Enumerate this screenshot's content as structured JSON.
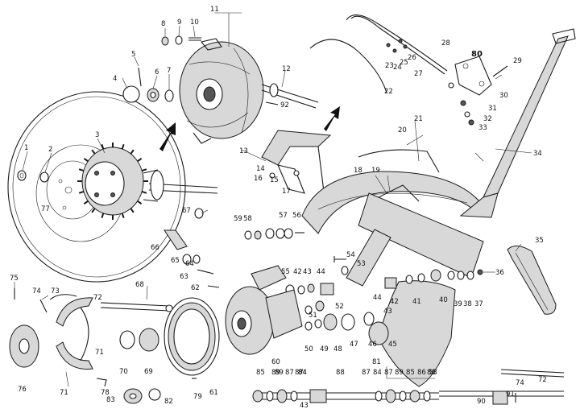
{
  "parts": [
    {
      "id": "1",
      "label": "1"
    },
    {
      "id": "2",
      "label": "2"
    },
    {
      "id": "3",
      "label": "3"
    },
    {
      "id": "4",
      "label": "4"
    },
    {
      "id": "5",
      "label": "5"
    },
    {
      "id": "6",
      "label": "6"
    },
    {
      "id": "7",
      "label": "7"
    },
    {
      "id": "8",
      "label": "8"
    },
    {
      "id": "9",
      "label": "9"
    },
    {
      "id": "10",
      "label": "10"
    },
    {
      "id": "11",
      "label": "11"
    },
    {
      "id": "12",
      "label": "12"
    },
    {
      "id": "13",
      "label": "13"
    },
    {
      "id": "14",
      "label": "14"
    },
    {
      "id": "15",
      "label": "15"
    },
    {
      "id": "16",
      "label": "16"
    },
    {
      "id": "17",
      "label": "17"
    },
    {
      "id": "18",
      "label": "18"
    },
    {
      "id": "19",
      "label": "19"
    },
    {
      "id": "20",
      "label": "20"
    },
    {
      "id": "21",
      "label": "21"
    },
    {
      "id": "22",
      "label": "22"
    },
    {
      "id": "23",
      "label": "23"
    },
    {
      "id": "24",
      "label": "24"
    },
    {
      "id": "25",
      "label": "25"
    },
    {
      "id": "26",
      "label": "26"
    },
    {
      "id": "27",
      "label": "27"
    },
    {
      "id": "28",
      "label": "28"
    },
    {
      "id": "29",
      "label": "29"
    },
    {
      "id": "30",
      "label": "30"
    },
    {
      "id": "31",
      "label": "31"
    },
    {
      "id": "32",
      "label": "32"
    },
    {
      "id": "33",
      "label": "33"
    },
    {
      "id": "34",
      "label": "34"
    },
    {
      "id": "35",
      "label": "35"
    },
    {
      "id": "36",
      "label": "36"
    },
    {
      "id": "37",
      "label": "37"
    },
    {
      "id": "38",
      "label": "38"
    },
    {
      "id": "39",
      "label": "39"
    },
    {
      "id": "40",
      "label": "40"
    },
    {
      "id": "41",
      "label": "41"
    },
    {
      "id": "42",
      "label": "42"
    },
    {
      "id": "43",
      "label": "43"
    },
    {
      "id": "44",
      "label": "44"
    },
    {
      "id": "45",
      "label": "45"
    },
    {
      "id": "46",
      "label": "46"
    },
    {
      "id": "47",
      "label": "47"
    },
    {
      "id": "48",
      "label": "48"
    },
    {
      "id": "49",
      "label": "49"
    },
    {
      "id": "50",
      "label": "50"
    },
    {
      "id": "51",
      "label": "51"
    },
    {
      "id": "52",
      "label": "52"
    },
    {
      "id": "53",
      "label": "53"
    },
    {
      "id": "54",
      "label": "54"
    },
    {
      "id": "55",
      "label": "55"
    },
    {
      "id": "56",
      "label": "56"
    },
    {
      "id": "57",
      "label": "57"
    },
    {
      "id": "58",
      "label": "58"
    },
    {
      "id": "59",
      "label": "59"
    },
    {
      "id": "60",
      "label": "60"
    },
    {
      "id": "61",
      "label": "61"
    },
    {
      "id": "62",
      "label": "62"
    },
    {
      "id": "63",
      "label": "63"
    },
    {
      "id": "64",
      "label": "64"
    },
    {
      "id": "65",
      "label": "65"
    },
    {
      "id": "66",
      "label": "66"
    },
    {
      "id": "67",
      "label": "67"
    },
    {
      "id": "68",
      "label": "68"
    },
    {
      "id": "69",
      "label": "69"
    },
    {
      "id": "70",
      "label": "70"
    },
    {
      "id": "71",
      "label": "71"
    },
    {
      "id": "72",
      "label": "72"
    },
    {
      "id": "73",
      "label": "73"
    },
    {
      "id": "74",
      "label": "74"
    },
    {
      "id": "75",
      "label": "75"
    },
    {
      "id": "76",
      "label": "76"
    },
    {
      "id": "77",
      "label": "77"
    },
    {
      "id": "78",
      "label": "78"
    },
    {
      "id": "79",
      "label": "79"
    },
    {
      "id": "80",
      "label": "80"
    },
    {
      "id": "81",
      "label": "81"
    },
    {
      "id": "82",
      "label": "82"
    },
    {
      "id": "83",
      "label": "83"
    },
    {
      "id": "84",
      "label": "84"
    },
    {
      "id": "85",
      "label": "85"
    },
    {
      "id": "86",
      "label": "86"
    },
    {
      "id": "87",
      "label": "87"
    },
    {
      "id": "88",
      "label": "88"
    },
    {
      "id": "89",
      "label": "89"
    },
    {
      "id": "90",
      "label": "90"
    },
    {
      "id": "91",
      "label": "91"
    },
    {
      "id": "92",
      "label": "92"
    }
  ],
  "extra_labels": {
    "a_42": "42",
    "a_44": "44",
    "a_43": "43",
    "a_45": "45",
    "a_47": "47",
    "a_58": "58",
    "a_71": "71",
    "a_72": "72",
    "a_74": "74",
    "a_43b": "43",
    "b_84": "84",
    "b_87": "87",
    "b_89": "89",
    "b_85": "85",
    "b_86": "86",
    "b_87b": "87",
    "b_89b": "89",
    "b_84b": "84",
    "b_87c": "87"
  }
}
